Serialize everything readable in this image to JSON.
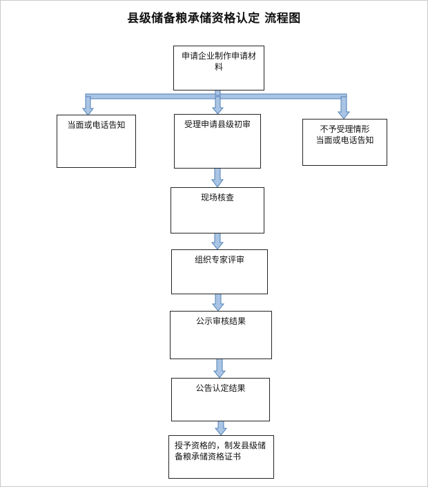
{
  "title": "县级储备粮承储资格认定 流程图",
  "colors": {
    "arrow_fill": "#a9c4e4",
    "arrow_stroke": "#4f7fb5",
    "box_border": "#222222"
  },
  "nodes": {
    "apply": {
      "lines": [
        "申请企业制作申请材",
        "料"
      ]
    },
    "notify_left": {
      "lines": [
        "当面或电话告知"
      ]
    },
    "accept": {
      "lines": [
        "受理申请县级初审"
      ]
    },
    "reject": {
      "lines": [
        "不予受理情形",
        "当面或电话告知"
      ]
    },
    "inspect": {
      "lines": [
        "现场核查"
      ]
    },
    "review": {
      "lines": [
        "组织专家评审"
      ]
    },
    "publicize": {
      "lines": [
        "公示审核结果"
      ]
    },
    "announce": {
      "lines": [
        "公告认定结果"
      ]
    },
    "grant": {
      "lines": [
        "授予资格的，制发县级储",
        "备粮承储资格证书"
      ]
    }
  }
}
